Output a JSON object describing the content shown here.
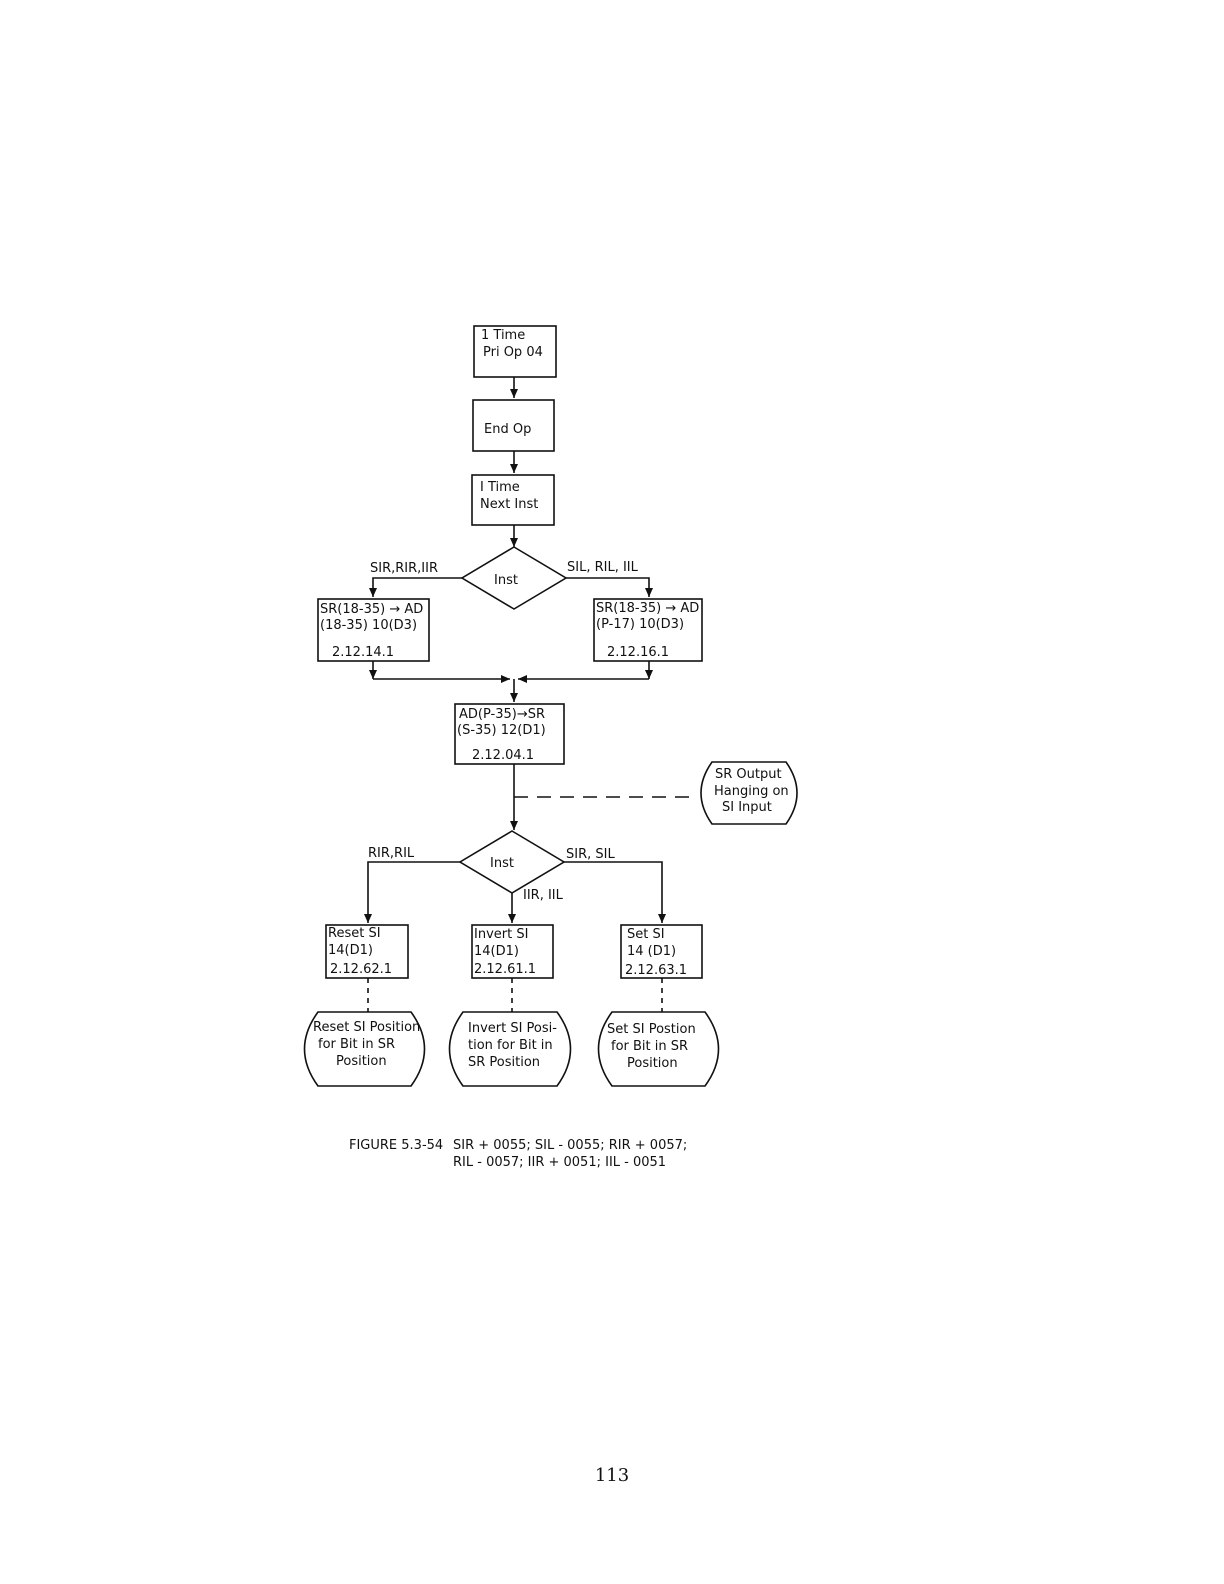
{
  "diagram": {
    "box_time_pri": [
      "1 Time",
      "Pri Op 04"
    ],
    "box_end_op": [
      "End Op"
    ],
    "box_time_next": [
      "I Time",
      "Next Inst"
    ],
    "decision_1": "Inst",
    "decision_1_left_label": "SIR,RIR,IIR",
    "decision_1_right_label": "SIL, RIL, IIL",
    "box_sr_left": [
      "SR(18-35) → AD",
      "(18-35) 10(D3)",
      "2.12.14.1"
    ],
    "box_sr_right": [
      "SR(18-35) → AD",
      "(P-17) 10(D3)",
      "2.12.16.1"
    ],
    "box_ad": [
      "AD(P-35)→SR",
      "(S-35)  12(D1)",
      "2.12.04.1"
    ],
    "terminal_sr_output": [
      "SR Output",
      "Hanging on",
      "SI Input"
    ],
    "decision_2": "Inst",
    "decision_2_left_label": "RIR,RIL",
    "decision_2_right_label": "SIR, SIL",
    "decision_2_bottom_label": "IIR, IIL",
    "box_reset": [
      "Reset SI",
      "14(D1)",
      "2.12.62.1"
    ],
    "box_invert": [
      "Invert SI",
      "14(D1)",
      "2.12.61.1"
    ],
    "box_set": [
      "Set SI",
      "14 (D1)",
      "2.12.63.1"
    ],
    "terminal_reset": [
      "Reset SI Position",
      "for Bit in SR",
      "Position"
    ],
    "terminal_invert": [
      "Invert SI Posi-",
      "tion for Bit in",
      "SR Position"
    ],
    "terminal_set": [
      "Set SI Postion",
      "for Bit in SR",
      "Position"
    ]
  },
  "caption": {
    "figure_label": "FIGURE 5.3-54",
    "line1": "SIR + 0055; SIL - 0055; RIR + 0057;",
    "line2": "RIL - 0057; IIR + 0051; IIL - 0051"
  },
  "page_number": "113"
}
